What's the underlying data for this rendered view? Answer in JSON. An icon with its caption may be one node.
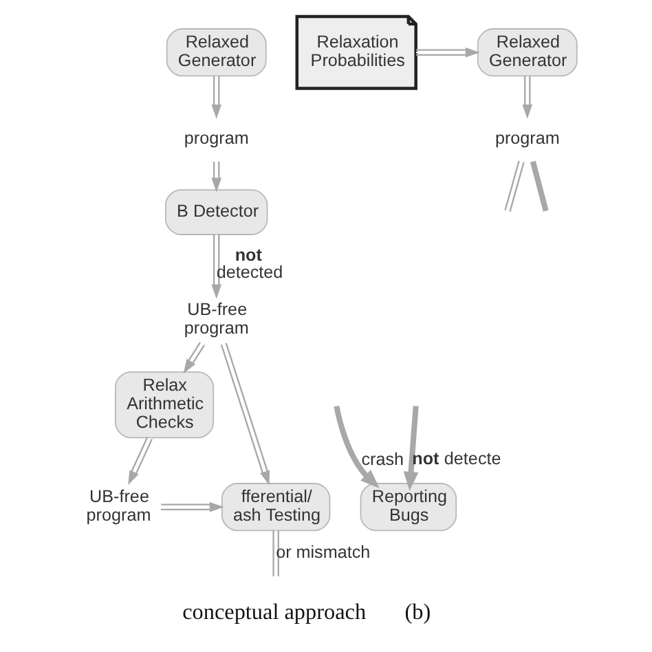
{
  "diagram": {
    "nodes": [
      {
        "text": [
          "Relaxed Generator"
        ]
      },
      {
        "text": [
          "program"
        ]
      },
      {
        "text": [
          "B Detector"
        ]
      },
      {
        "text": [
          "UB-free program"
        ]
      },
      {
        "text": [
          "Relax Arithmetic Checks"
        ]
      },
      {
        "text": [
          "UB-free program"
        ]
      },
      {
        "text": [
          "fferential/ ash Testing"
        ]
      },
      {
        "text": [
          "Relaxation Probabilities"
        ]
      },
      {
        "text": [
          "Relaxed Generator"
        ]
      },
      {
        "text": [
          "program"
        ]
      },
      {
        "text": [
          "Reporting Bugs"
        ]
      }
    ],
    "edges": [
      {
        "from": 0,
        "to": 1,
        "arrow": "to"
      },
      {
        "from": 1,
        "to": 2,
        "arrow": "to"
      },
      {
        "from": 2,
        "to": 3,
        "arrow": "to",
        "label": "**not** detected"
      },
      {
        "from": 3,
        "to": 6,
        "arrow": "to"
      },
      {
        "from": 3,
        "to": 4,
        "arrow": "to"
      },
      {
        "from": 4,
        "to": 5,
        "arrow": "to"
      },
      {
        "from": 5,
        "to": 6,
        "arrow": "to"
      },
      {
        "from": 6,
        "to": null,
        "arrow": "none",
        "label": "or mismatch"
      },
      {
        "from": 7,
        "to": 8,
        "arrow": "to"
      },
      {
        "from": 8,
        "to": 9,
        "arrow": "to"
      },
      {
        "from": 9,
        "to": null,
        "arrow": "none"
      },
      {
        "from": 9,
        "to": null,
        "arrow": "none",
        "style": "thick"
      },
      {
        "from": null,
        "to": 10,
        "arrow": "to",
        "style": "thick",
        "label": "crash"
      },
      {
        "from": null,
        "to": 10,
        "arrow": "to",
        "style": "thick",
        "label": "**not** detecte"
      }
    ],
    "labels": [
      "conceptual approach",
      "(b)"
    ]
  }
}
